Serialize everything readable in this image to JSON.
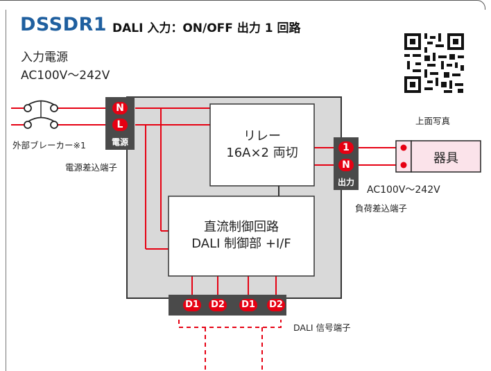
{
  "header": {
    "model": "DSSDR1",
    "title": "DALI 入力：ON/OFF 出力 1 回路"
  },
  "input_power": {
    "line1": "入力電源",
    "line2": "AC100V〜242V"
  },
  "labels": {
    "breaker": "外部ブレーカー※1",
    "power_terminal_caption": "電源差込端子",
    "power_terminal": "電源",
    "relay_line1": "リレー",
    "relay_line2": "16A×2 両切",
    "control_line1": "直流制御回路",
    "control_line2": "DALI 制御部 +I/F",
    "output_terminal": "出力",
    "output_voltage": "AC100V〜242V",
    "load_terminal_caption": "負荷差込端子",
    "fixture": "器具",
    "photo_caption": "上面写真",
    "dali_terminal_caption": "DALI 信号端子"
  },
  "pins": {
    "input": [
      "N",
      "L"
    ],
    "output": [
      "1",
      "N"
    ],
    "dali": [
      "D1",
      "D2",
      "D1",
      "D2"
    ]
  },
  "colors": {
    "model_text": "#1f5f9f",
    "wire": "#e60012",
    "terminal": "#4a4a4a",
    "device_body": "#d9d9d9",
    "fixture_fill": "#fbe3ea"
  },
  "icons": {
    "qr": "qr-code-icon",
    "breaker": "breaker-switch-icon"
  }
}
